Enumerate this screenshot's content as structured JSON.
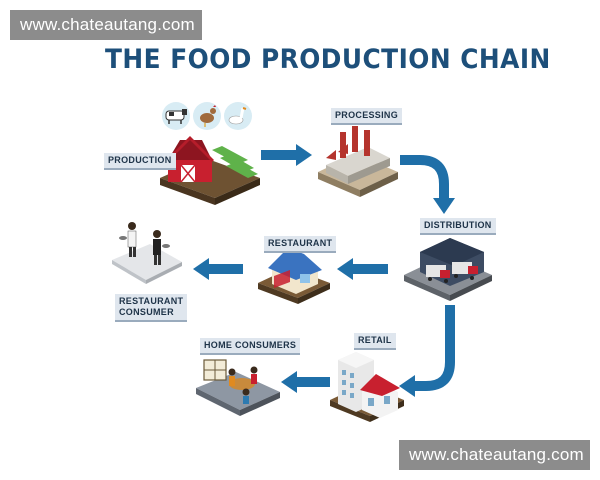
{
  "watermark_top": "www.chateautang.com",
  "watermark_bottom": "www.chateautang.com",
  "title": "THE FOOD PRODUCTION CHAIN",
  "labels": {
    "production": "PRODUCTION",
    "processing": "PROCESSING",
    "distribution": "DISTRIBUTION",
    "restaurant": "RESTAURANT",
    "restaurant_consumer_1": "RESTAURANT",
    "restaurant_consumer_2": "CONSUMER",
    "retail": "RETAIL",
    "home_consumers": "HOME CONSUMERS"
  },
  "colors": {
    "arrow": "#1f6fa8",
    "title": "#1d4f7a",
    "barn": "#c8202f",
    "factory": "#b5342d"
  },
  "icons": [
    "cow-icon",
    "chicken-icon",
    "goose-icon"
  ]
}
